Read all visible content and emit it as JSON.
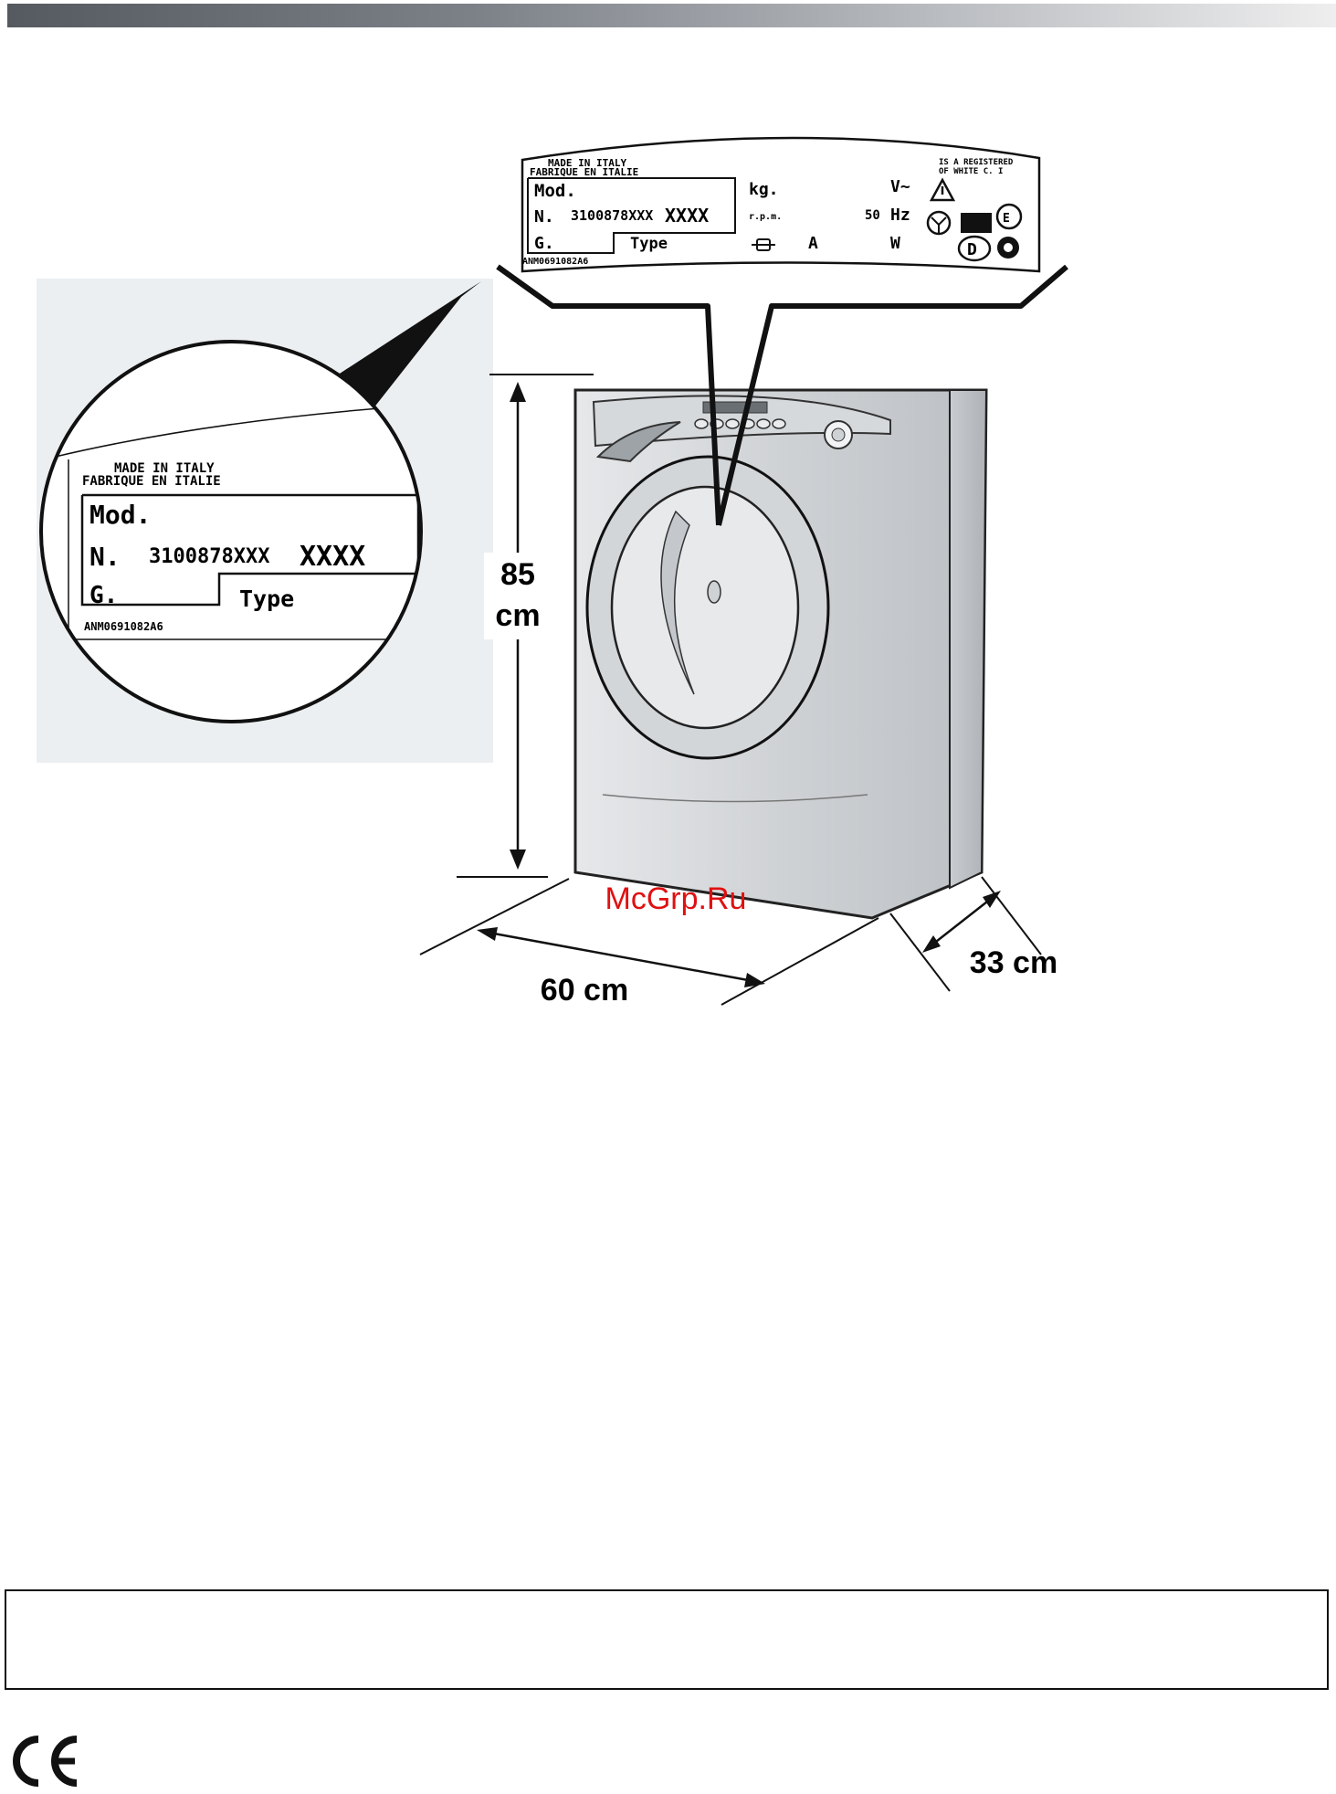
{
  "plate": {
    "made_in": "MADE IN ITALY",
    "fabrique": "FABRIQUE EN ITALIE",
    "mod": "Mod.",
    "serial_prefix": "N.",
    "serial_number": "3100878XXX",
    "serial_suffix": "XXXX",
    "g": "G.",
    "type": "Type",
    "code": "ANM0691082A6",
    "kg": "kg.",
    "rpm": "r.p.m.",
    "amp": "A",
    "volt": "V~",
    "hz_value": "50",
    "hz": "Hz",
    "watt": "W",
    "registered_line1": "IS A REGISTERED",
    "registered_line2": "OF WHITE C. I",
    "mark_d": "D"
  },
  "dimensions": {
    "height_value": "85",
    "height_unit": "cm",
    "width": "60 cm",
    "depth": "33 cm"
  },
  "watermark": "McGrp.Ru",
  "watermark_color": "#e01010",
  "bar_colors": [
    "#555a60",
    "#eeeeee"
  ],
  "note_text": "",
  "icons": [
    "warning-triangle-icon",
    "plug-icon",
    "ce-mark-icon"
  ]
}
